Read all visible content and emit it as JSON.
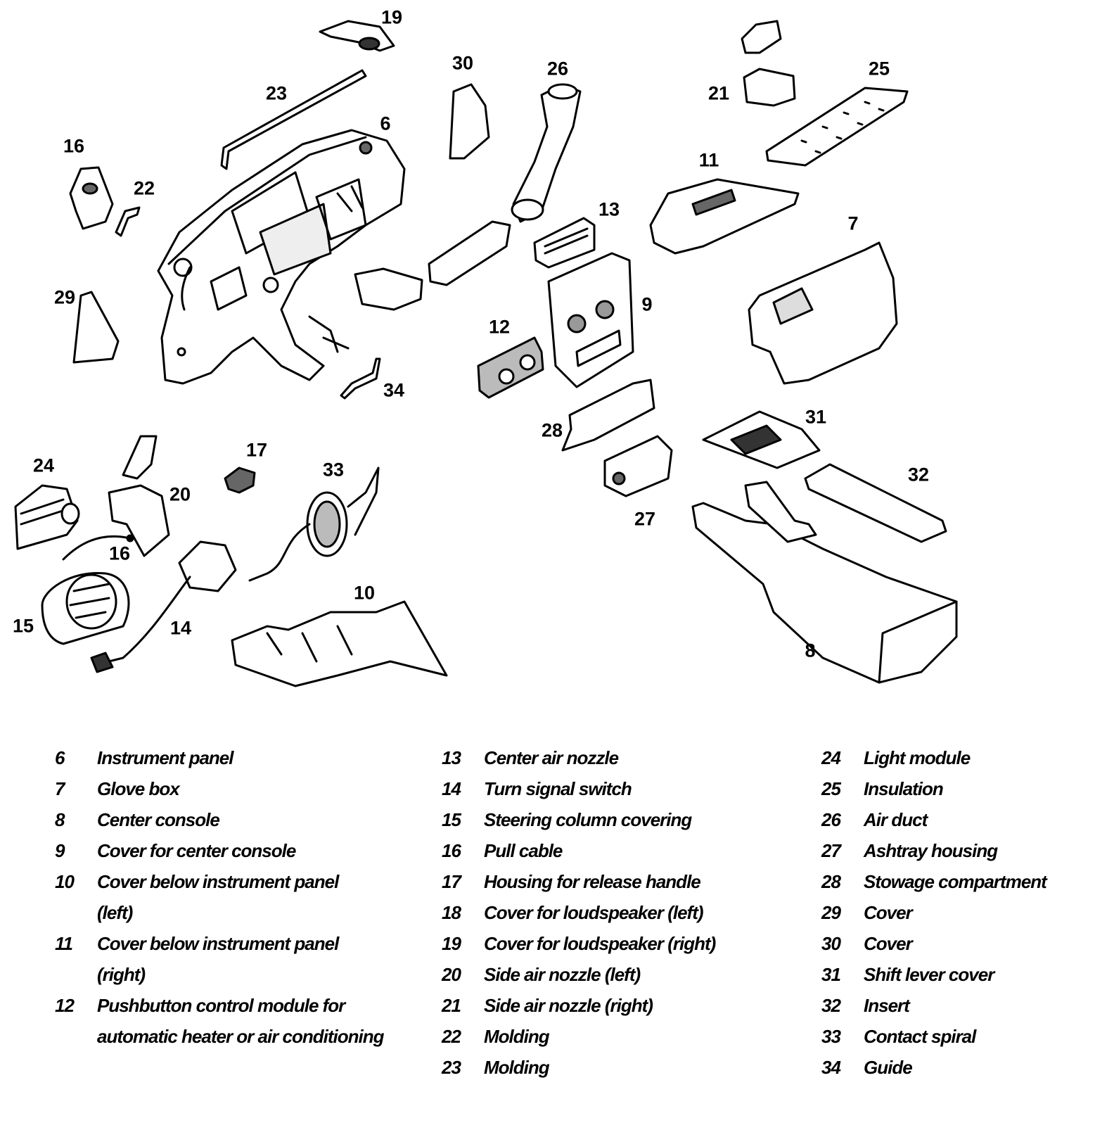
{
  "callouts": {
    "c6": "6",
    "c7": "7",
    "c8": "8",
    "c9": "9",
    "c10": "10",
    "c11": "11",
    "c12": "12",
    "c13": "13",
    "c14": "14",
    "c15": "15",
    "c16a": "16",
    "c16b": "16",
    "c17": "17",
    "c19": "19",
    "c20": "20",
    "c21": "21",
    "c22": "22",
    "c23": "23",
    "c24": "24",
    "c25": "25",
    "c26": "26",
    "c27": "27",
    "c28": "28",
    "c29": "29",
    "c30": "30",
    "c31": "31",
    "c32": "32",
    "c33": "33",
    "c34": "34"
  },
  "legend": {
    "col1": [
      {
        "num": "6",
        "text": "Instrument panel"
      },
      {
        "num": "7",
        "text": "Glove box"
      },
      {
        "num": "8",
        "text": "Center console"
      },
      {
        "num": "9",
        "text": "Cover for center console"
      },
      {
        "num": "10",
        "text": "Cover below instrument panel",
        "cont": "(left)"
      },
      {
        "num": "11",
        "text": "Cover below instrument panel",
        "cont": "(right)"
      },
      {
        "num": "12",
        "text": "Pushbutton control module for",
        "cont": "automatic heater or air conditioning"
      }
    ],
    "col2": [
      {
        "num": "13",
        "text": "Center air nozzle"
      },
      {
        "num": "14",
        "text": "Turn signal switch"
      },
      {
        "num": "15",
        "text": "Steering column covering"
      },
      {
        "num": "16",
        "text": "Pull cable"
      },
      {
        "num": "17",
        "text": "Housing for release handle"
      },
      {
        "num": "18",
        "text": "Cover for loudspeaker (left)"
      },
      {
        "num": "19",
        "text": "Cover for loudspeaker (right)"
      },
      {
        "num": "20",
        "text": "Side air nozzle (left)"
      },
      {
        "num": "21",
        "text": "Side air nozzle (right)"
      },
      {
        "num": "22",
        "text": "Molding"
      },
      {
        "num": "23",
        "text": "Molding"
      }
    ],
    "col3": [
      {
        "num": "24",
        "text": "Light module"
      },
      {
        "num": "25",
        "text": "Insulation"
      },
      {
        "num": "26",
        "text": "Air duct"
      },
      {
        "num": "27",
        "text": "Ashtray housing"
      },
      {
        "num": "28",
        "text": "Stowage compartment"
      },
      {
        "num": "29",
        "text": "Cover"
      },
      {
        "num": "30",
        "text": "Cover"
      },
      {
        "num": "31",
        "text": "Shift lever cover"
      },
      {
        "num": "32",
        "text": "Insert"
      },
      {
        "num": "33",
        "text": "Contact spiral"
      },
      {
        "num": "34",
        "text": "Guide"
      }
    ]
  }
}
